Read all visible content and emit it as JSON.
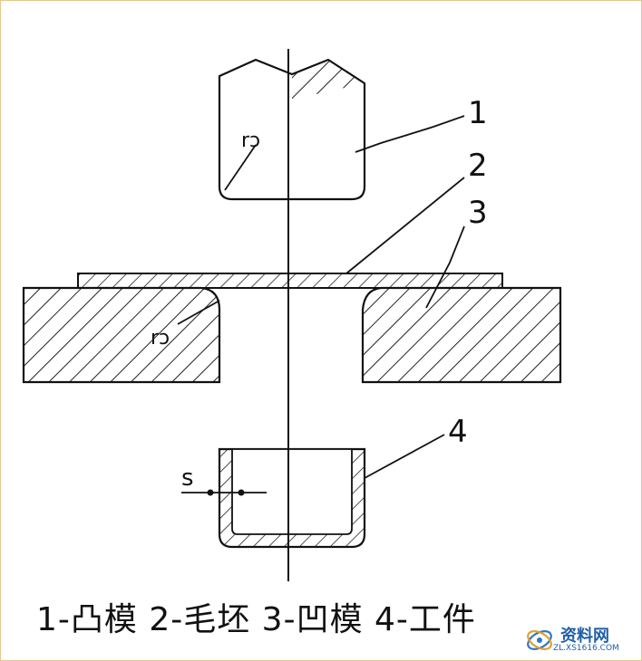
{
  "labels": {
    "part1": "1",
    "part2": "2",
    "part3": "3",
    "part4": "4",
    "punch_radius": "rɔ",
    "die_radius": "rɔ",
    "thickness": "s"
  },
  "caption": "1-凸模 2-毛坯 3-凹模 4-工件",
  "watermark": {
    "name": "资料网",
    "url": "ZL.XS1616.COM"
  }
}
